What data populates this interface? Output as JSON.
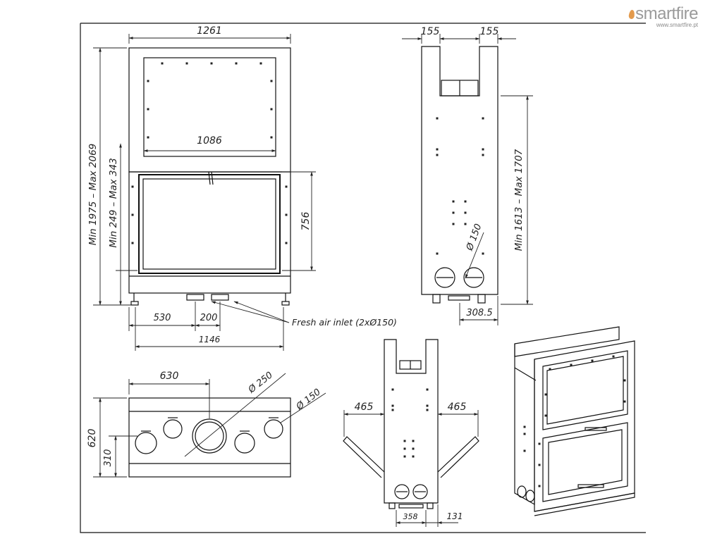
{
  "brand": {
    "name": "smartfire",
    "url": "www.smartfire.pt",
    "accent_color": "#e08a3c"
  },
  "front_view": {
    "width_top": "1261",
    "glass_width": "1086",
    "glass_height": "756",
    "height_range": "Min 1975 – Max 2069",
    "base_range": "Min 249 – Max 343",
    "offset_left": "530",
    "inlet_spacing": "200",
    "base_width": "1146",
    "inlet_label": "Fresh air inlet (2xØ150)"
  },
  "side_view": {
    "top_left": "155",
    "top_right": "155",
    "height_range": "Min 1613 – Max 1707",
    "duct_diameter": "Ø 150",
    "depth_offset": "308.5"
  },
  "top_view": {
    "offset": "630",
    "depth": "620",
    "half_depth": "310",
    "big_diameter": "Ø 250",
    "small_diameter": "Ø 150"
  },
  "door_view": {
    "swing_left": "465",
    "swing_right": "465",
    "base_width": "358",
    "base_offset": "131"
  }
}
